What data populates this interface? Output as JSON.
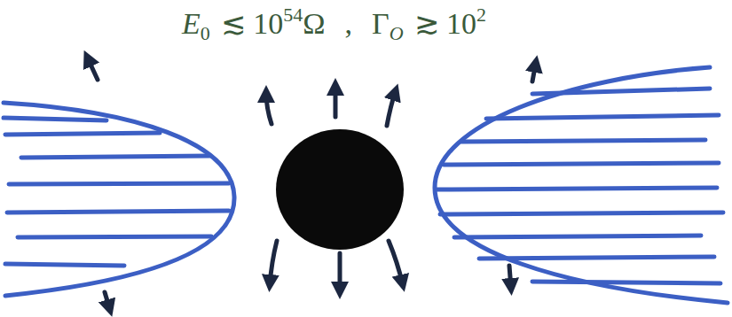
{
  "diagram": {
    "labels": [
      "E",
      "0",
      "≲ 10",
      "54",
      "Ω",
      ",",
      "Γ",
      "O",
      "≳ 10",
      "2"
    ]
  }
}
